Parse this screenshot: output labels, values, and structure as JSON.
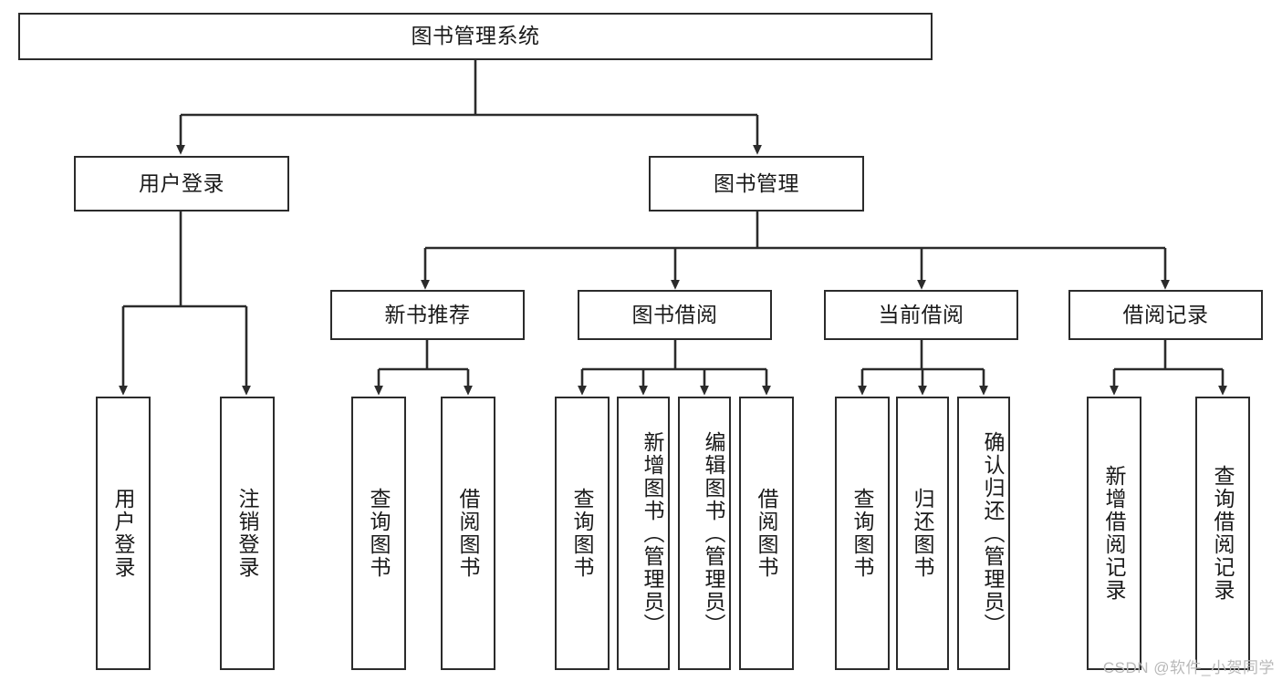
{
  "diagram": {
    "type": "tree",
    "title": "图书管理系统",
    "root": {
      "label": "图书管理系统"
    },
    "level2": [
      {
        "label": "用户登录"
      },
      {
        "label": "图书管理"
      }
    ],
    "level3": [
      {
        "label": "新书推荐"
      },
      {
        "label": "图书借阅"
      },
      {
        "label": "当前借阅"
      },
      {
        "label": "借阅记录"
      }
    ],
    "leaves": {
      "user_login": [
        {
          "label": "用户登录"
        },
        {
          "label": "注销登录"
        }
      ],
      "new_book_recommend": [
        {
          "label": "查询图书"
        },
        {
          "label": "借阅图书"
        }
      ],
      "book_borrow": [
        {
          "label": "查询图书"
        },
        {
          "label": "新增图书（管理员）"
        },
        {
          "label": "编辑图书（管理员）"
        },
        {
          "label": "借阅图书"
        }
      ],
      "current_borrow": [
        {
          "label": "查询图书"
        },
        {
          "label": "归还图书"
        },
        {
          "label": "确认归还（管理员）"
        }
      ],
      "borrow_record": [
        {
          "label": "新增借阅记录"
        },
        {
          "label": "查询借阅记录"
        }
      ]
    }
  },
  "watermark": {
    "text": "CSDN @软件_小贺同学"
  },
  "colors": {
    "box_border": "#2b2b2b",
    "box_fill": "#ffffff",
    "connector": "#2b2b2b",
    "text": "#1a1a1a",
    "watermark": "#b9b9b9"
  }
}
